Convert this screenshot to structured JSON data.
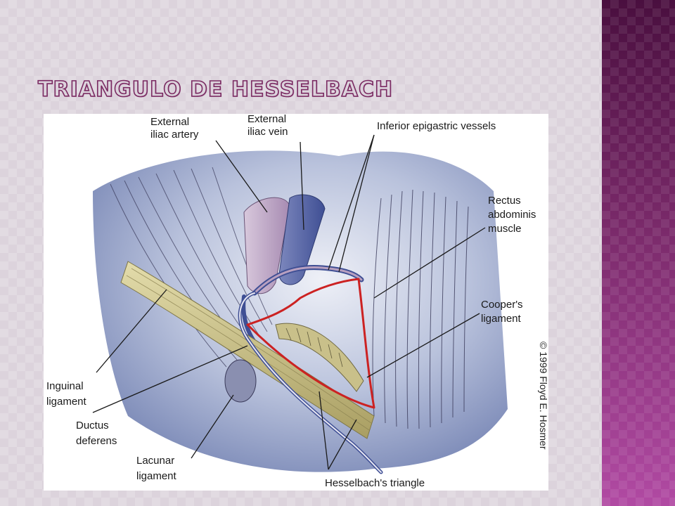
{
  "slide": {
    "title": "TRIANGULO DE HESSELBACH"
  },
  "figure": {
    "labels": {
      "external_iliac_artery": [
        "External",
        "iliac artery"
      ],
      "external_iliac_vein": [
        "External",
        "iliac vein"
      ],
      "inferior_epigastric_vessels": "Inferior epigastric vessels",
      "rectus_abdominis_muscle": [
        "Rectus",
        "abdominis",
        "muscle"
      ],
      "coopers_ligament": [
        "Cooper's",
        "ligament"
      ],
      "inguinal_ligament": [
        "Inguinal",
        "ligament"
      ],
      "ductus_deferens": [
        "Ductus",
        "deferens"
      ],
      "lacunar_ligament": [
        "Lacunar",
        "ligament"
      ],
      "hesselbachs_triangle": "Hesselbach's triangle"
    },
    "copyright": "© 1999 Floyd E. Hosmer",
    "colors": {
      "triangle_outline": "#cc2222",
      "vein": "#5a6aa8",
      "artery": "#b8a0c0",
      "ligament": "#c9bf86",
      "tissue": "#a9b3d2",
      "frame_purple": "#7a2a6a"
    }
  }
}
